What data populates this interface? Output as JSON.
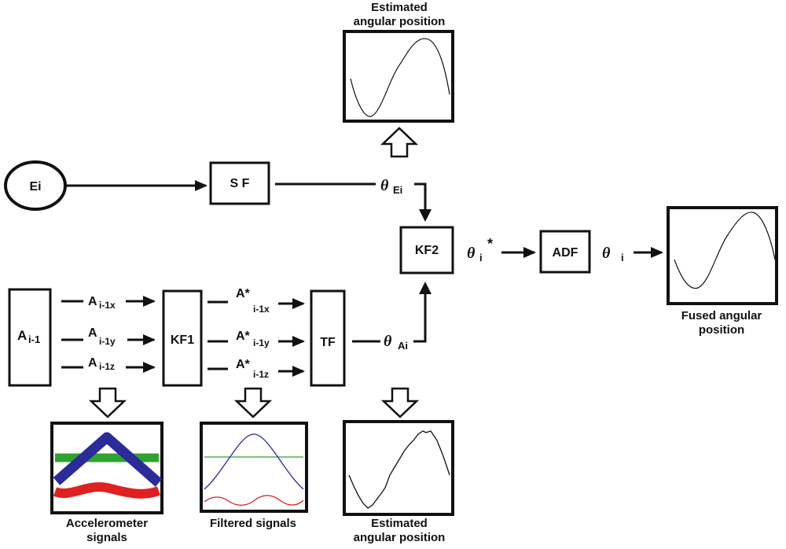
{
  "inputs": {
    "ei": "Ei",
    "a_prev": "A",
    "a_prev_sub": "i-1"
  },
  "blocks": {
    "sf": "S F",
    "kf1": "KF1",
    "tf": "TF",
    "kf2": "KF2",
    "adf": "ADF"
  },
  "signals": {
    "a_x": "A",
    "a_x_sub": "i-1x",
    "a_y": "A",
    "a_y_sub": "i-1y",
    "a_z": "A",
    "a_z_sub": "i-1z",
    "af_x": "A*",
    "af_x_sub": "i-1x",
    "af_y": "A*",
    "af_y_sub": "i-1y",
    "af_z": "A*",
    "af_z_sub": "i-1z",
    "theta_symbol": "θ",
    "theta_e_sub": "Ei",
    "theta_a_sub": "Ai",
    "theta_star_sub": "i",
    "theta_star_sup": "*",
    "theta_out_sub": "i"
  },
  "captions": {
    "est_top_line1": "Estimated",
    "est_top_line2": "angular position",
    "accel_line1": "Accelerometer",
    "accel_line2": "signals",
    "filtered": "Filtered signals",
    "est_bottom_line1": "Estimated",
    "est_bottom_line2": "angular position",
    "fused_line1": "Fused angular",
    "fused_line2": "position"
  },
  "colors": {
    "blue": "#2b2b9a",
    "green": "#2fa32f",
    "red": "#e02020"
  }
}
